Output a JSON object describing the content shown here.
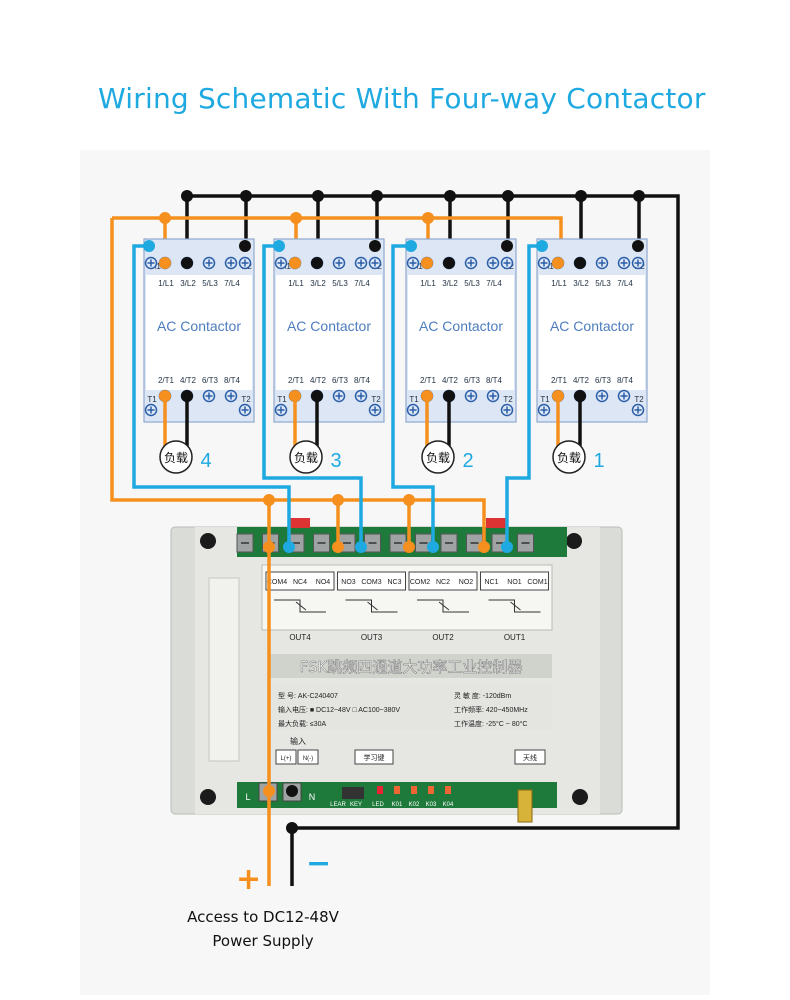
{
  "title": "Wiring Schematic With Four-way Contactor",
  "contactor": {
    "label": "AC Contactor",
    "top_terminals": [
      "A1",
      "A2"
    ],
    "top_poles": [
      "1/L1",
      "3/L2",
      "5/L3",
      "7/L4"
    ],
    "bottom_poles": [
      "2/T1",
      "4/T2",
      "6/T3",
      "8/T4"
    ],
    "bottom_terminals": [
      "T1",
      "T2"
    ]
  },
  "loads": [
    {
      "text": "负载",
      "number": "4"
    },
    {
      "text": "负载",
      "number": "3"
    },
    {
      "text": "负载",
      "number": "2"
    },
    {
      "text": "负载",
      "number": "1"
    }
  ],
  "controller": {
    "title": "FSK跳频四通道大功率工业控制器",
    "outputs": [
      "OUT4",
      "OUT3",
      "OUT2",
      "OUT1"
    ],
    "relay_terms": [
      [
        "COM4",
        "NC4",
        "NO4"
      ],
      [
        "NO3",
        "COM3",
        "NC3"
      ],
      [
        "COM2",
        "NC2",
        "NO2"
      ],
      [
        "NC1",
        "NO1",
        "COM1"
      ]
    ],
    "spec_model": "型   号: AK-C240407",
    "spec_input": "输入电压: ■ DC12~48V  □ AC100~380V",
    "spec_load": "最大负载: ≤30A",
    "spec_sensitivity": "灵 敏 度: -120dBm",
    "spec_freq": "工作频率: 420~450MHz",
    "spec_temp": "工作温度: -25°C ~ 80°C",
    "input_label": "输入",
    "input_l": "L(+)",
    "input_n": "N(-)",
    "learn_label": "学习键",
    "antenna_label": "天线",
    "bottom_labels": [
      "L",
      "N",
      "LEAR",
      "KEY",
      "LED",
      "K01",
      "K02",
      "K03",
      "K04"
    ]
  },
  "plus_sign": "+",
  "minus_sign": "−",
  "caption_line1": "Access to DC12-48V",
  "caption_line2": "Power Supply",
  "colors": {
    "orange": "#f5901e",
    "blue": "#1fa9e1",
    "black": "#111111",
    "title": "#1fa9e1"
  }
}
